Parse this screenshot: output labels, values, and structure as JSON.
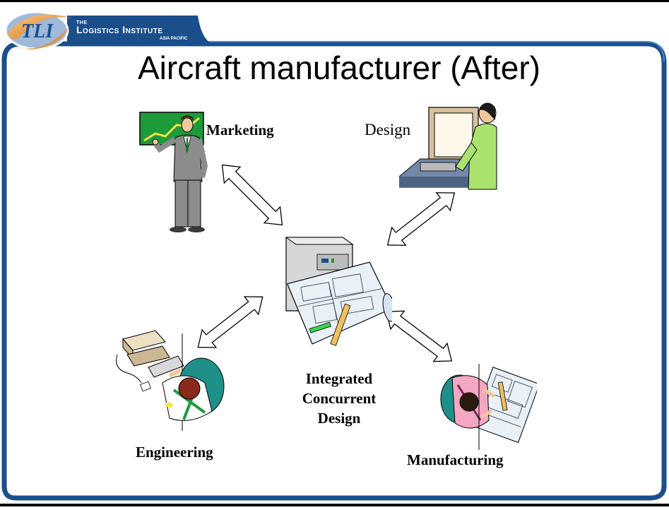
{
  "header": {
    "logo_initials": "TLI",
    "logo_the": "THE",
    "logo_name": "Logistics Institute",
    "logo_region": "ASIA PACIFIC"
  },
  "slide": {
    "title": "Aircraft manufacturer (After)"
  },
  "diagram": {
    "nodes": {
      "marketing": "Marketing",
      "design": "Design",
      "engineering": "Engineering",
      "manufacturing": "Manufacturing",
      "center_line1": "Integrated",
      "center_line2": "Concurrent",
      "center_line3": "Design"
    }
  },
  "colors": {
    "frame_blue": "#1a4f8c",
    "frame_blue_light": "#3f7fc4",
    "chart_green": "#1d9a3a"
  }
}
